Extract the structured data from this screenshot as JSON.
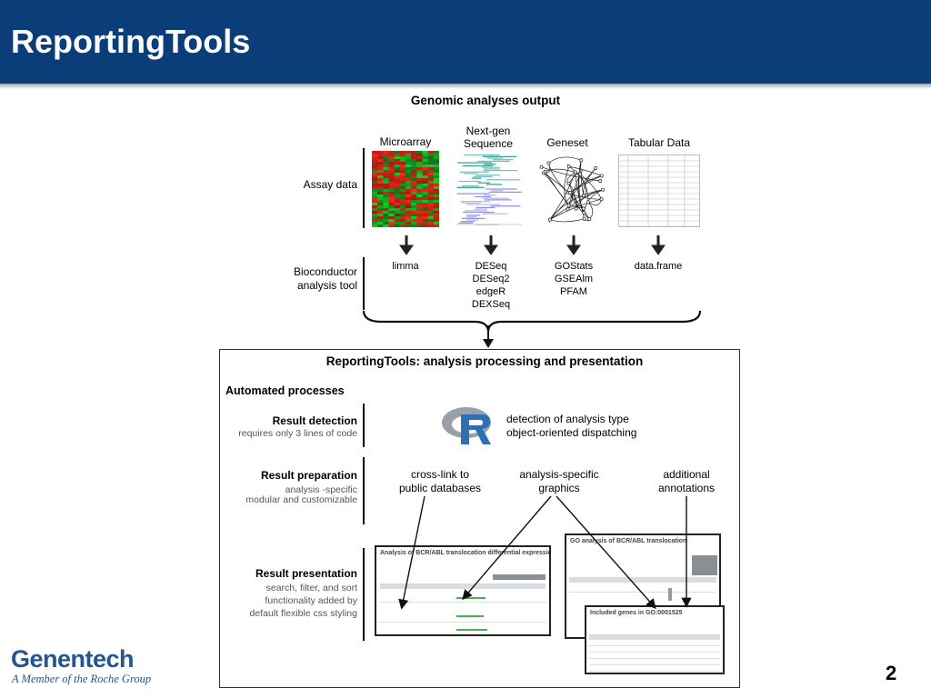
{
  "slide": {
    "title": "ReportingTools",
    "page_number": "2"
  },
  "diagram": {
    "output_heading": "Genomic analyses output",
    "row_labels": {
      "assay": "Assay data",
      "tool_line1": "Bioconductor",
      "tool_line2": "analysis tool"
    },
    "columns": [
      {
        "header": [
          "Microarray"
        ],
        "tools": [
          "limma"
        ]
      },
      {
        "header": [
          "Next-gen",
          "Sequence"
        ],
        "tools": [
          "DESeq",
          "DESeq2",
          "edgeR",
          "DEXSeq"
        ]
      },
      {
        "header": [
          "Geneset"
        ],
        "tools": [
          "GOStats",
          "GSEAlm",
          "PFAM"
        ]
      },
      {
        "header": [
          "Tabular Data"
        ],
        "tools": [
          "data.frame"
        ]
      }
    ]
  },
  "reporting_box": {
    "heading": "ReportingTools: analysis processing and presentation",
    "automated_label": "Automated processes",
    "steps": {
      "detection": {
        "label": "Result detection",
        "sub": [
          "requires only 3 lines of code"
        ]
      },
      "preparation": {
        "label": "Result preparation",
        "sub": [
          "analysis -specific",
          "modular and customizable"
        ]
      },
      "presentation": {
        "label": "Result presentation",
        "sub": [
          "search, filter, and sort",
          "functionality added by",
          "default flexible css styling"
        ]
      }
    },
    "detection_text": [
      "detection of  analysis type",
      "object-oriented dispatching"
    ],
    "prep_items": [
      [
        "cross-link to",
        "public databases"
      ],
      [
        "analysis-specific",
        "graphics"
      ],
      [
        "additional",
        "annotations"
      ]
    ],
    "screenshots": {
      "left_title": "Analysis of BCR/ABL translocation differential expression",
      "right_title": "GO analysis of BCR/ABL translocation",
      "inner_title": "Included genes in GO:0001525"
    }
  },
  "logo": {
    "name": "Genentech",
    "tagline": "A Member of the Roche Group"
  },
  "colors": {
    "header_bg": "#0b3d78",
    "logo": "#27558d",
    "r_logo_blue": "#2f6fb6"
  }
}
